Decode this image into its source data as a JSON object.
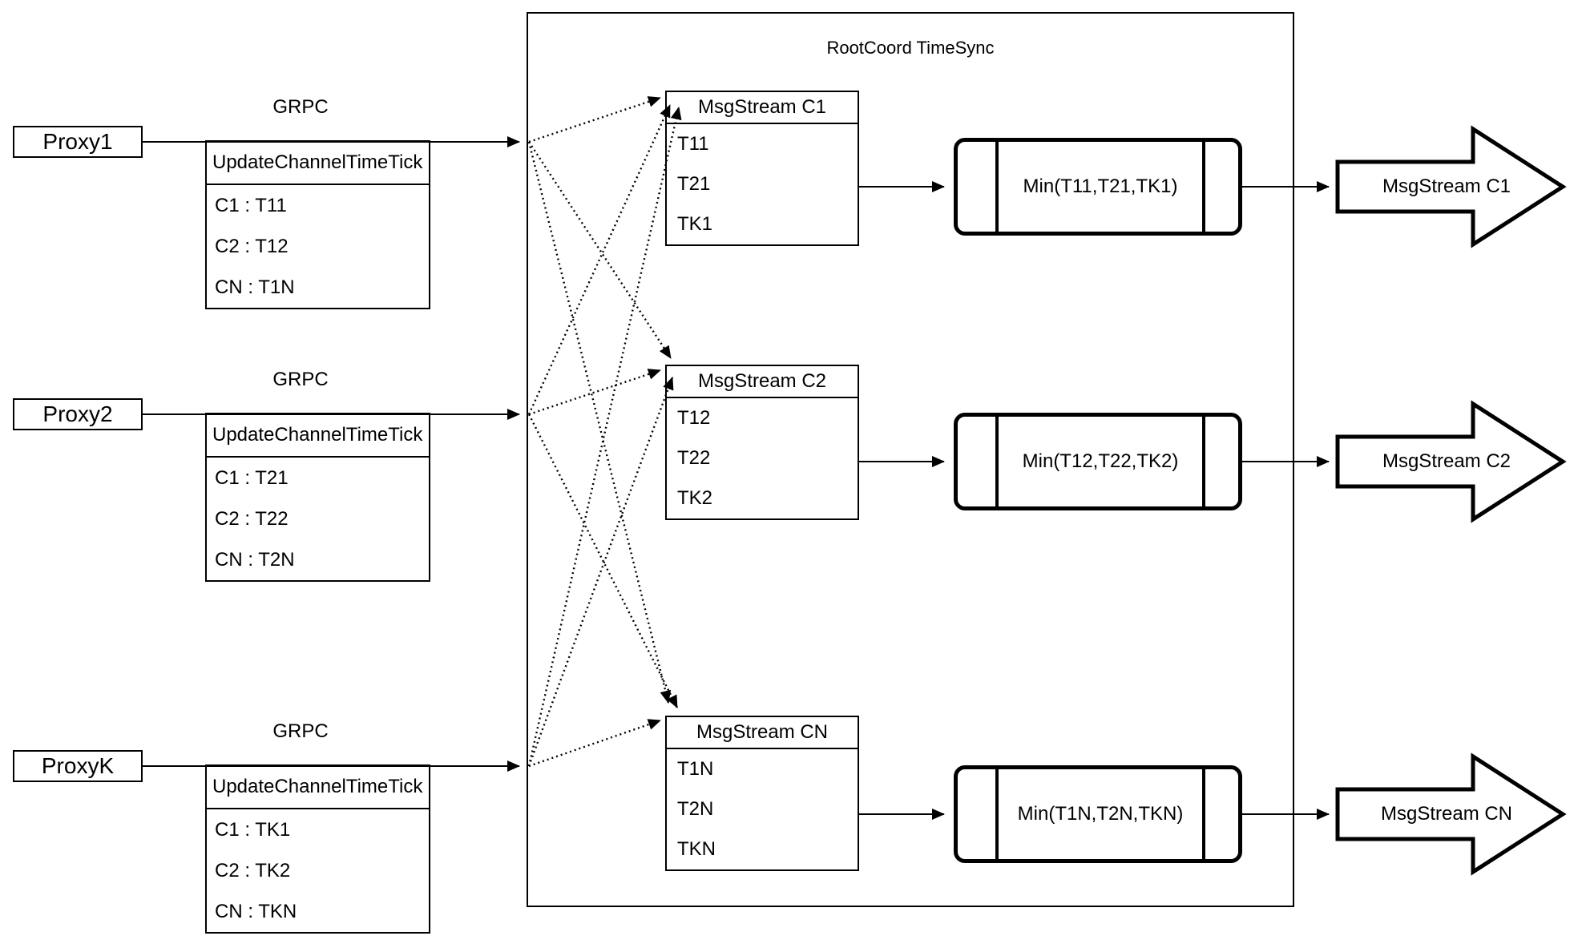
{
  "diagram": {
    "title": "RootCoord TimeSync",
    "background_color": "#ffffff",
    "stroke_color": "#000000"
  },
  "proxies": [
    {
      "label": "Proxy1",
      "protocol_label": "GRPC",
      "message": {
        "header": "UpdateChannelTimeTick",
        "rows": [
          "C1 : T11",
          "C2 : T12",
          "CN : T1N"
        ]
      }
    },
    {
      "label": "Proxy2",
      "protocol_label": "GRPC",
      "message": {
        "header": "UpdateChannelTimeTick",
        "rows": [
          "C1 : T21",
          "C2 : T22",
          "CN : T2N"
        ]
      }
    },
    {
      "label": "ProxyK",
      "protocol_label": "GRPC",
      "message": {
        "header": "UpdateChannelTimeTick",
        "rows": [
          "C1 : TK1",
          "C2 : TK2",
          "CN : TKN"
        ]
      }
    }
  ],
  "streams": [
    {
      "header": "MsgStream C1",
      "ticks": [
        "T11",
        "T21",
        "TK1"
      ],
      "min_label": "Min(T11,T21,TK1)",
      "output_label": "MsgStream C1"
    },
    {
      "header": "MsgStream C2",
      "ticks": [
        "T12",
        "T22",
        "TK2"
      ],
      "min_label": "Min(T12,T22,TK2)",
      "output_label": "MsgStream C2"
    },
    {
      "header": "MsgStream CN",
      "ticks": [
        "T1N",
        "T2N",
        "TKN"
      ],
      "min_label": "Min(T1N,T2N,TKN)",
      "output_label": "MsgStream CN"
    }
  ]
}
